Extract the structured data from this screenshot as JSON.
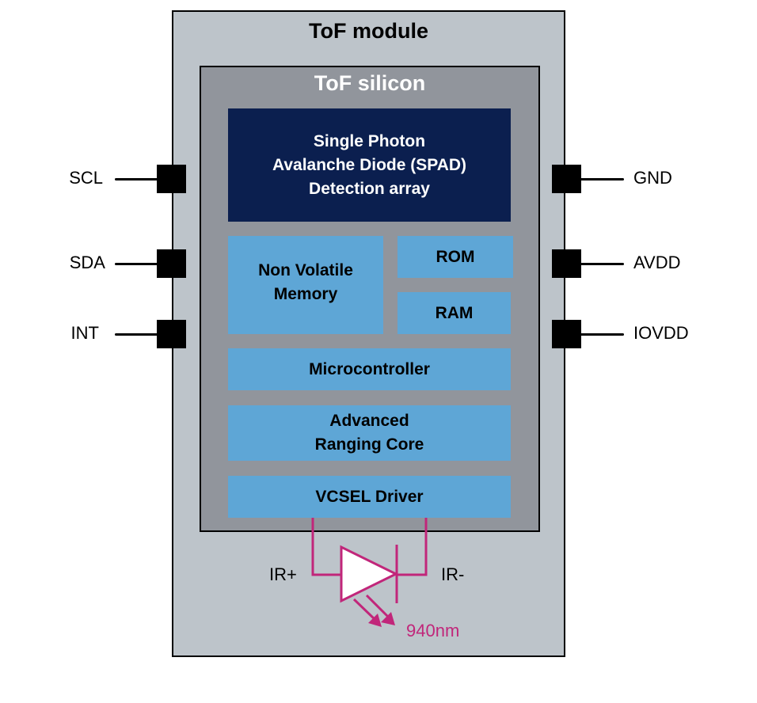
{
  "module": {
    "title": "ToF module"
  },
  "silicon": {
    "title": "ToF silicon"
  },
  "blocks": {
    "spad": "Single Photon\nAvalanche Diode (SPAD)\nDetection array",
    "nvm": "Non Volatile\nMemory",
    "rom": "ROM",
    "ram": "RAM",
    "mcu": "Microcontroller",
    "arc": "Advanced\nRanging Core",
    "vcsel": "VCSEL Driver"
  },
  "pins": {
    "left": [
      "SCL",
      "SDA",
      "INT"
    ],
    "right": [
      "GND",
      "AVDD",
      "IOVDD"
    ]
  },
  "emitter": {
    "anode_label": "IR+",
    "cathode_label": "IR-",
    "wavelength": "940nm"
  },
  "colors": {
    "module_bg": "#bdc4ca",
    "silicon_bg": "#91959c",
    "spad_bg": "#0b1f4f",
    "block_bg": "#5ea6d6",
    "emitter": "#c1267a"
  }
}
